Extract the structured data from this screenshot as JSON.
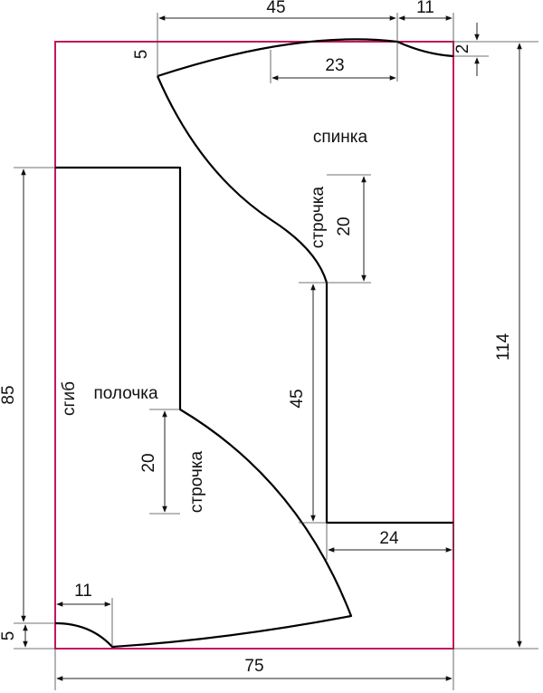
{
  "colors": {
    "frame": "#c2185b",
    "line": "#000000",
    "dimension": "#222222"
  },
  "labels": {
    "spinka": "спинка",
    "polochka": "полочка",
    "sgib": "сгиб",
    "strochka_back": "строчка",
    "strochka_front": "строчка"
  },
  "dimensions": {
    "top_width": "45",
    "neck_width": "11",
    "neck_depth": "2",
    "shoulder_offset": "5",
    "back_shoulder": "23",
    "back_stitch": "20",
    "back_side": "45",
    "back_bottom": "24",
    "total_height": "114",
    "front_height": "85",
    "front_stitch": "20",
    "front_neck_width": "11",
    "front_neck_depth": "5",
    "total_width": "75"
  }
}
